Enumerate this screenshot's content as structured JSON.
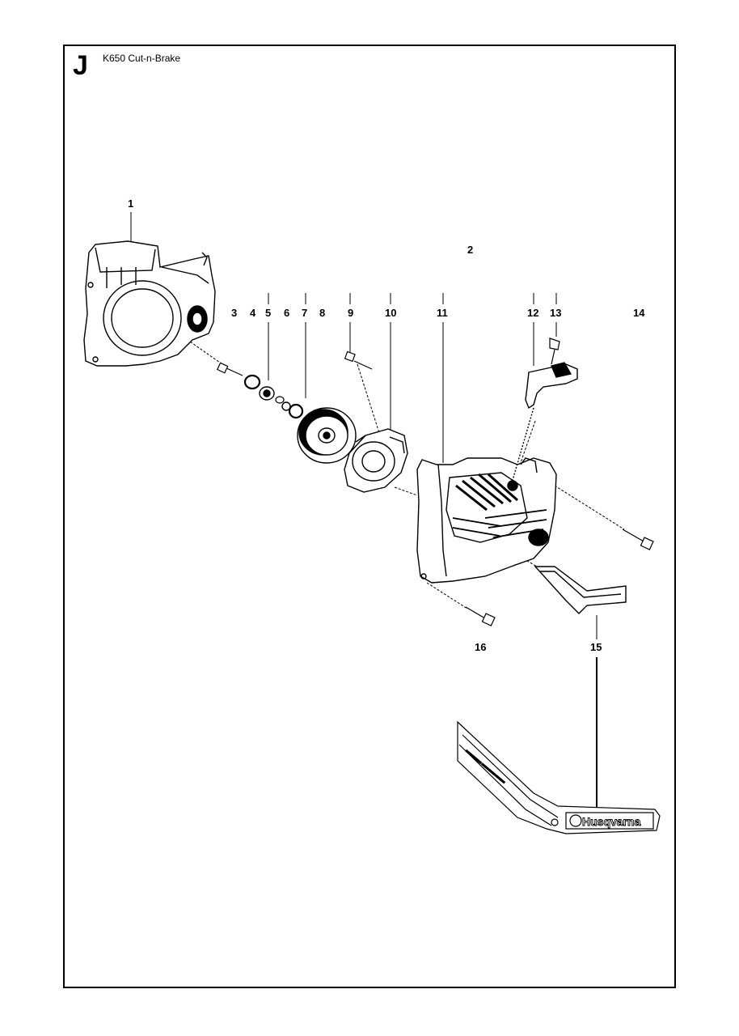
{
  "header": {
    "section_letter": "J",
    "title": "K650 Cut-n-Brake"
  },
  "callouts": [
    "1",
    "2",
    "3",
    "4",
    "5",
    "6",
    "7",
    "8",
    "9",
    "10",
    "11",
    "12",
    "13",
    "14",
    "15",
    "16"
  ],
  "decal": {
    "brand": "Husqvarna"
  }
}
